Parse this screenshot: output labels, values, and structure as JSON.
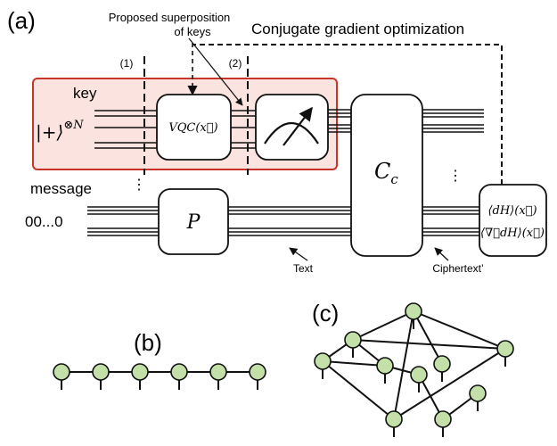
{
  "panel_labels": {
    "a": "(a)",
    "b": "(b)",
    "c": "(c)"
  },
  "annotations": {
    "superposition_line1": "Proposed superposition",
    "superposition_line2": "of keys",
    "optimization": "Conjugate gradient optimization",
    "cut1": "(1)",
    "cut2": "(2)",
    "text_arrow": "Text",
    "ciphertext_arrow": "Ciphertext’"
  },
  "inputs": {
    "key_label": "key",
    "key_state": "|+⟩",
    "key_state_exp": "⊗N",
    "message_label": "message",
    "message_state": "00...0",
    "vertical_dots": "⋮"
  },
  "blocks": {
    "vqc": "VQC(x⃗)",
    "perm": "P",
    "cc_main": "C",
    "cc_sub": "c",
    "expect1": "⟨dH⟩(x⃗)",
    "expect2": "⟨∇⃗dH⟩(x⃗)"
  },
  "colors": {
    "key_region_fill": "#fbe4df",
    "key_region_stroke": "#c8342a",
    "node_fill": "#c3e0a9"
  }
}
